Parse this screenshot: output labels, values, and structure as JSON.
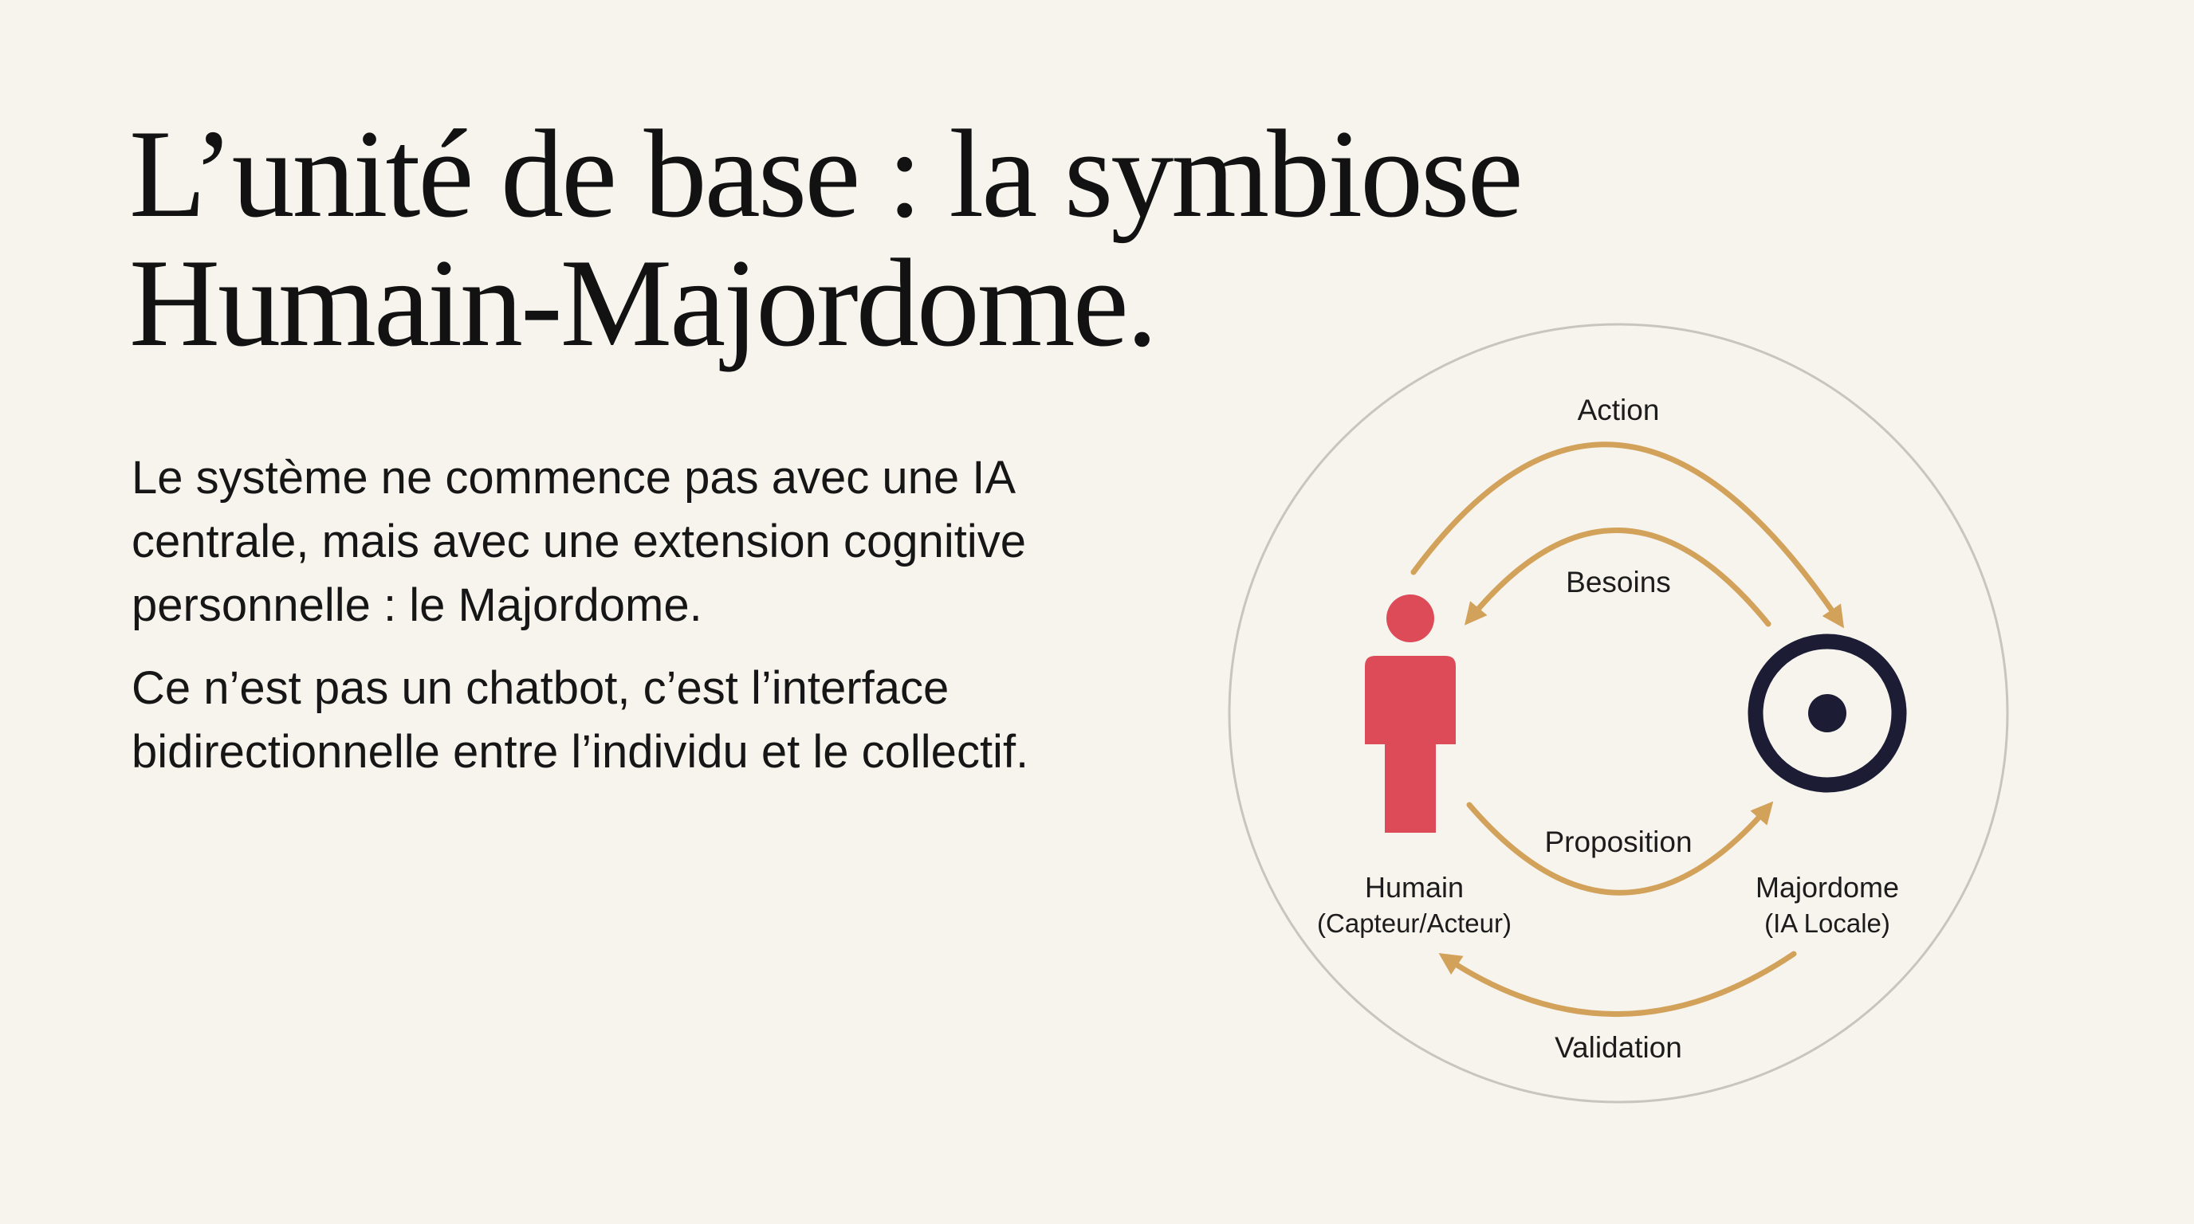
{
  "slide": {
    "title_lines": [
      "L’unité de base : la symbiose",
      "Humain-Majordome."
    ],
    "paragraphs": [
      "Le système ne commence pas avec une IA centrale, mais avec une extension cognitive personnelle : le Majordome.",
      "Ce n’est pas un chatbot, c’est l’interface bidirectionnelle entre l’individu et le collectif."
    ]
  },
  "diagram": {
    "nodes": {
      "human": {
        "label": "Humain",
        "sublabel": "(Capteur/Acteur)",
        "icon": "person-icon",
        "color": "#dd4a58"
      },
      "butler": {
        "label": "Majordome",
        "sublabel": "(IA Locale)",
        "icon": "target-icon",
        "color": "#1c1d35"
      }
    },
    "flows": {
      "action": "Action",
      "besoins": "Besoins",
      "proposition": "Proposition",
      "validation": "Validation"
    },
    "colors": {
      "arrow": "#d2a15a",
      "ring": "#c9c5be",
      "background": "#f7f4ee"
    }
  }
}
